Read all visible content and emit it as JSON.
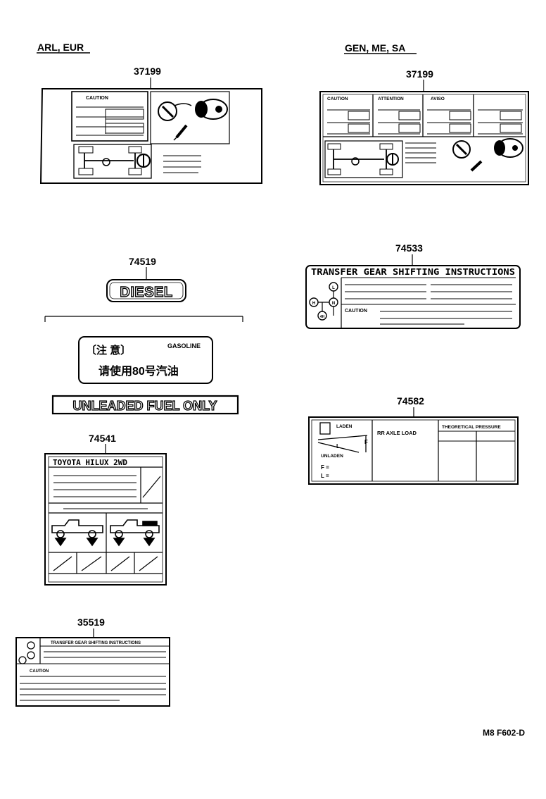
{
  "headers": {
    "left_region": "ARL, EUR",
    "right_region": "GEN, ME, SA"
  },
  "footer_code": "M8 F602-D",
  "parts": {
    "p37199_left": {
      "number": "37199",
      "caution": "CAUTION"
    },
    "p37199_right": {
      "number": "37199",
      "col1": "CAUTION",
      "col2": "ATTENTION",
      "col3": "AVISO"
    },
    "p74519": {
      "number": "74519",
      "diesel": "DIESEL"
    },
    "gasoline_label": {
      "line1": "〔注 意〕",
      "gasoline": "GASOLINE",
      "line2": "请使用80号汽油"
    },
    "unleaded": {
      "text": "UNLEADED FUEL ONLY"
    },
    "p74541": {
      "number": "74541",
      "title": "TOYOTA HILUX 2WD"
    },
    "p35519": {
      "number": "35519",
      "title": "TRANSFER GEAR SHIFTING INSTRUCTIONS",
      "caution": "CAUTION"
    },
    "p74533": {
      "number": "74533",
      "title": "TRANSFER GEAR SHIFTING INSTRUCTIONS",
      "caution": "CAUTION",
      "g1": "H",
      "g2": "N",
      "g3": "L",
      "g4": "4H"
    },
    "p74582": {
      "number": "74582",
      "laden": "LADEN",
      "unladen": "UNLADEN",
      "axle": "RR AXLE LOAD",
      "pressure": "THEORETICAL PRESSURE",
      "f": "F =",
      "l": "L =",
      "fl": "F",
      "ll": "L"
    }
  }
}
